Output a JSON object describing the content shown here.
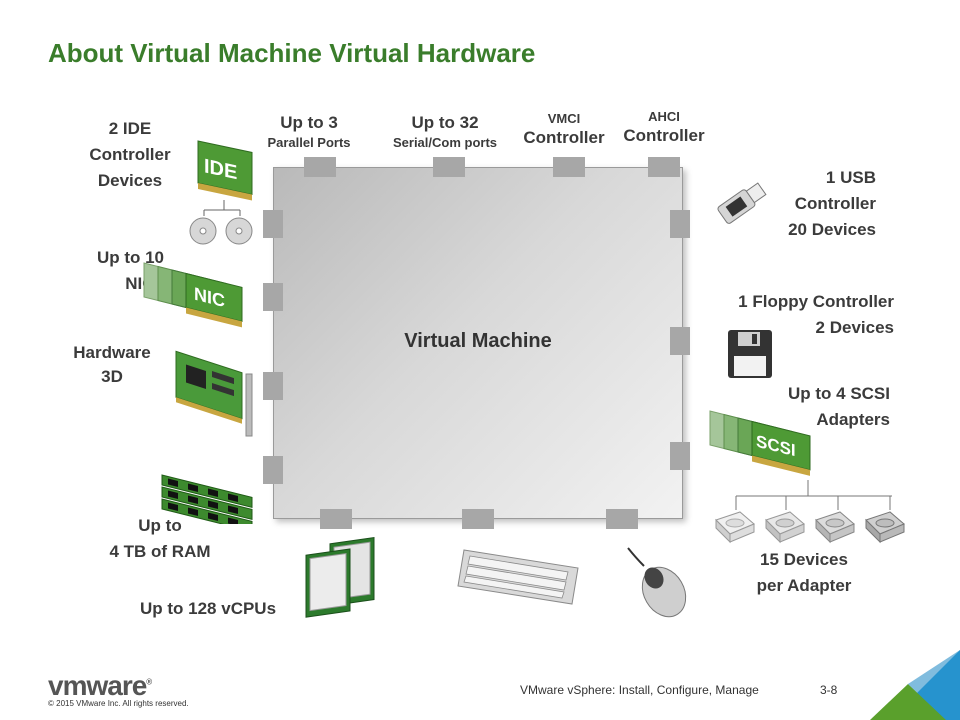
{
  "title": "About Virtual Machine Virtual Hardware",
  "vm_label": "Virtual Machine",
  "labels": {
    "ide": [
      "2 IDE",
      "Controller",
      "Devices"
    ],
    "nics": [
      "Up to 10",
      "NICs"
    ],
    "hw3d": [
      "Hardware",
      "3D"
    ],
    "ram": [
      "Up to",
      "4 TB of RAM"
    ],
    "vcpus": "Up to 128 vCPUs",
    "parallel": [
      "Up to 3",
      "Parallel Ports"
    ],
    "serial": [
      "Up to 32",
      "Serial/Com ports"
    ],
    "vmci": [
      "VMCI",
      "Controller"
    ],
    "ahci": [
      "AHCI",
      "Controller"
    ],
    "usb": [
      "1 USB",
      "Controller",
      "20 Devices"
    ],
    "floppy": [
      "1 Floppy Controller",
      "2 Devices"
    ],
    "scsi": [
      "Up to 4 SCSI",
      "Adapters"
    ],
    "scsi_devices": [
      "15 Devices",
      "per Adapter"
    ]
  },
  "card_text": {
    "ide": "IDE",
    "nic": "NIC",
    "scsi": "SCSI"
  },
  "footer": {
    "logo": "vmware",
    "logo_mark": "®",
    "copyright": "© 2015 VMware Inc. All rights reserved.",
    "course": "VMware vSphere: Install, Configure, Manage",
    "page": "3-8"
  },
  "colors": {
    "title": "#3a7d2b",
    "card_green": "#4e9a35",
    "corner_green": "#5aa02c",
    "corner_blue": "#1e98d6"
  },
  "icons": [
    "ide-card-icon",
    "cd-disc-icon",
    "nic-card-icon",
    "graphics-card-icon",
    "ram-module-icon",
    "cpu-icon",
    "keyboard-icon",
    "mouse-icon",
    "usb-drive-icon",
    "floppy-disk-icon",
    "scsi-card-icon",
    "hard-disk-icon"
  ]
}
